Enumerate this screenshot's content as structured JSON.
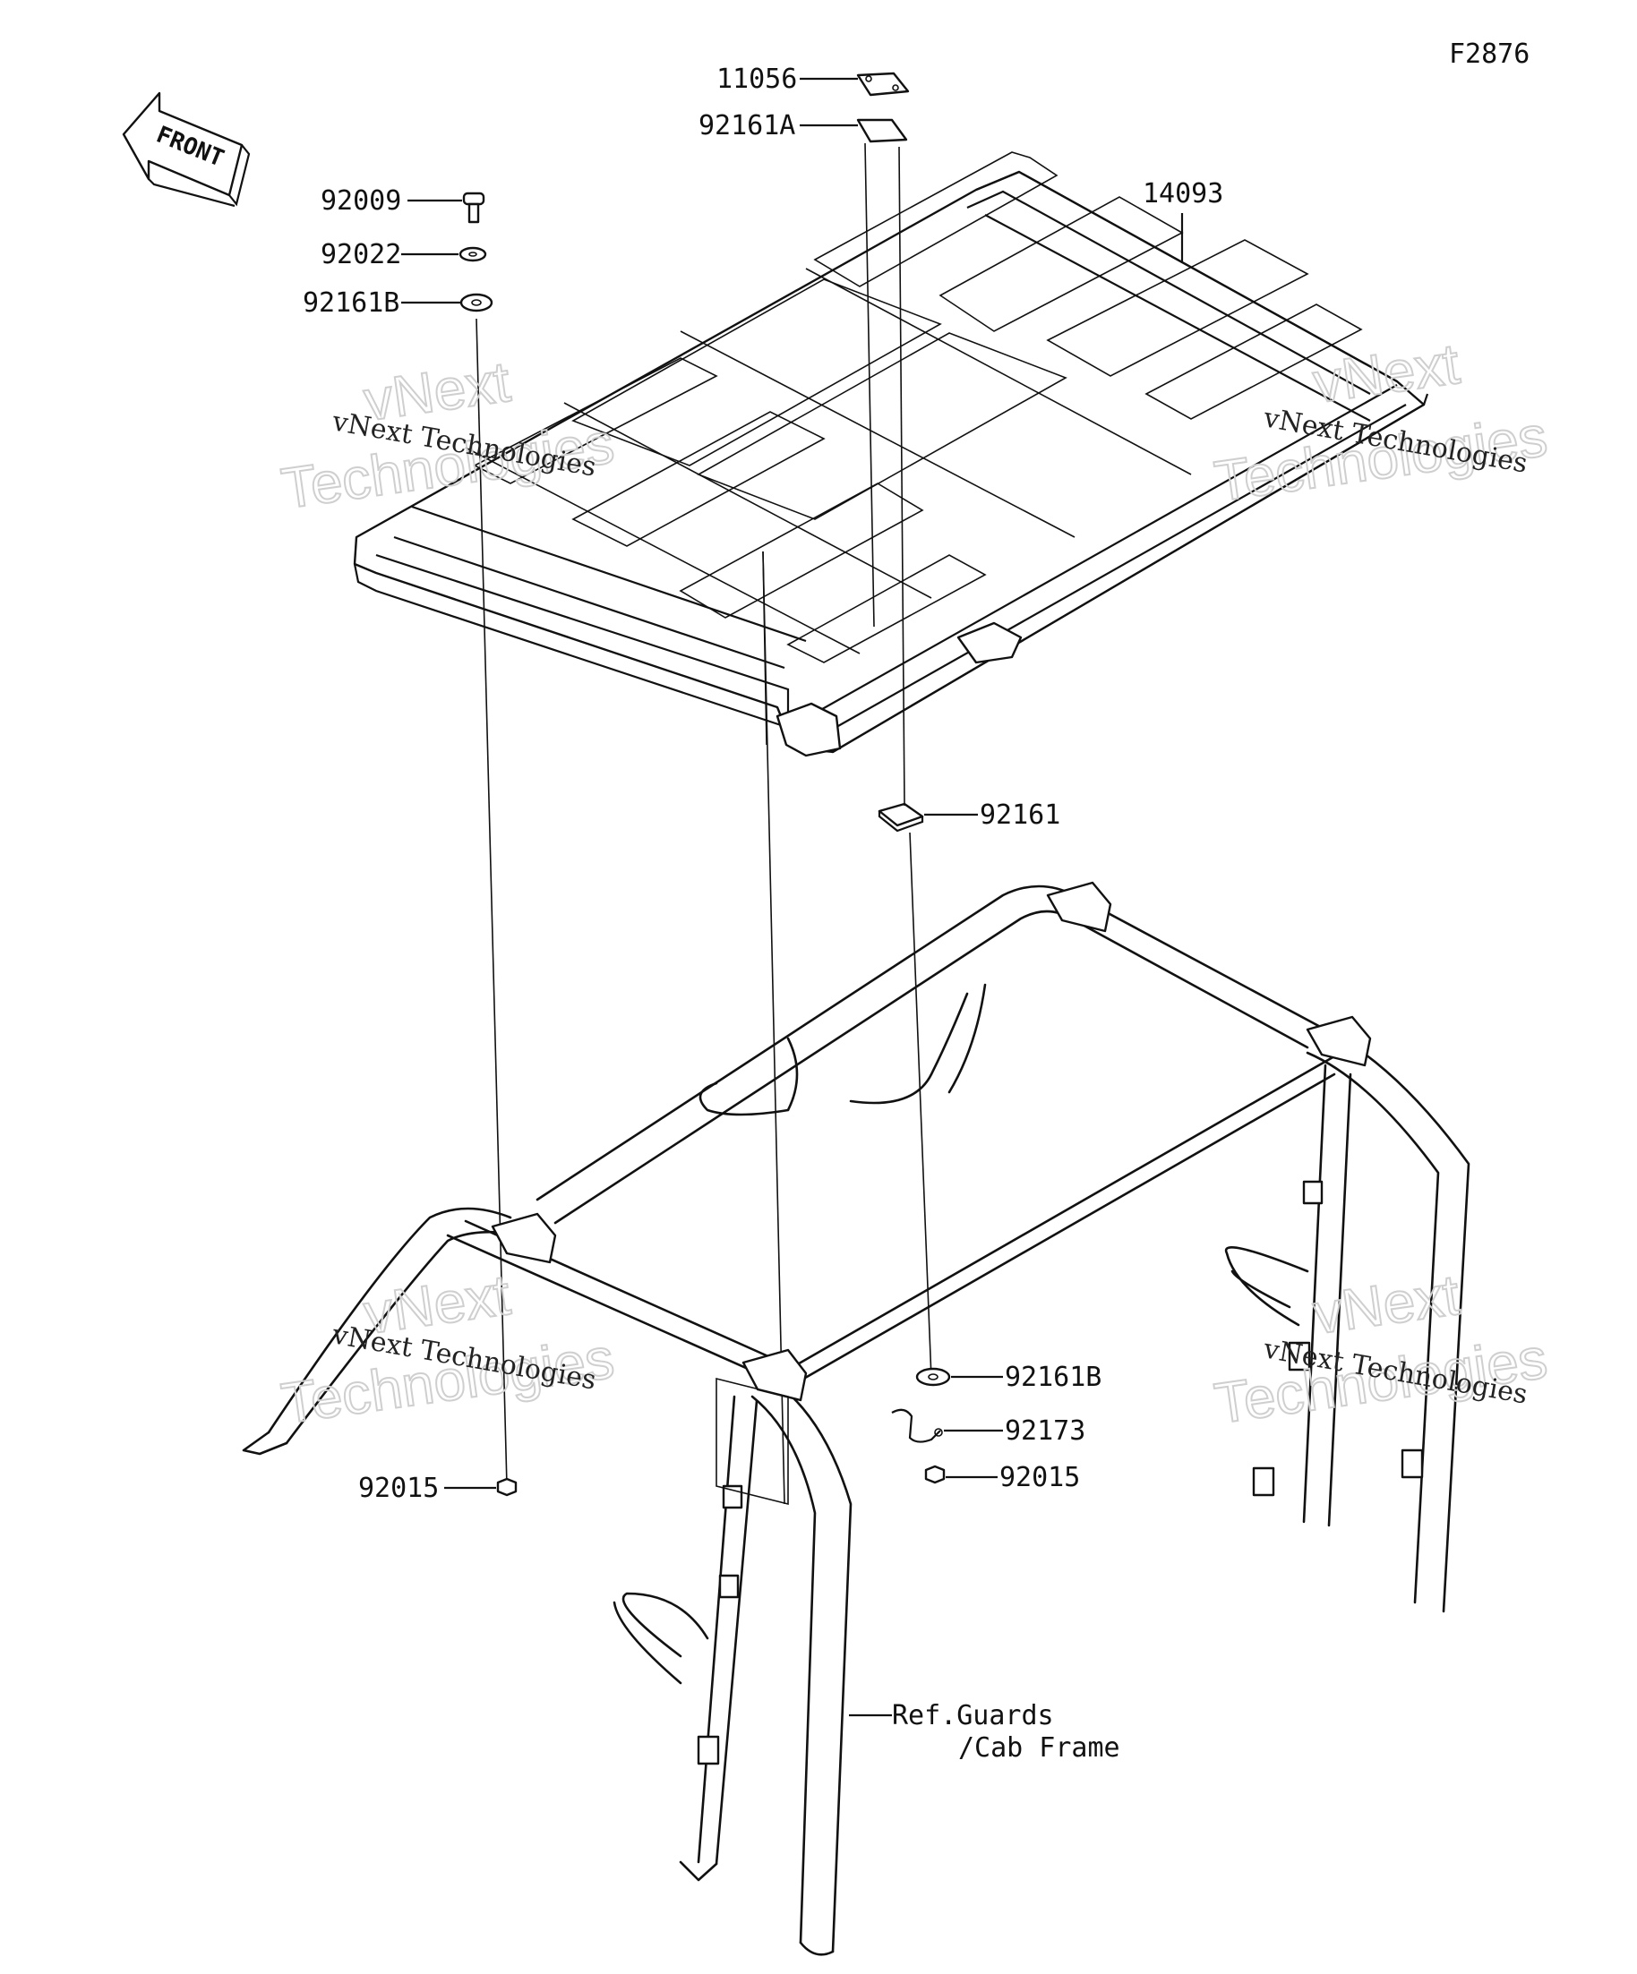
{
  "figure_code": "F2876",
  "front_label": "FRONT",
  "watermarks": [
    {
      "line1": "vNext Technologies",
      "line2a": "vNext",
      "line2b": "Technologies"
    },
    {
      "line1": "vNext Technologies",
      "line2a": "vNext",
      "line2b": "Technologies"
    },
    {
      "line1": "vNext Technologies",
      "line2a": "vNext",
      "line2b": "Technologies"
    },
    {
      "line1": "vNext Technologies",
      "line2a": "vNext",
      "line2b": "Technologies"
    }
  ],
  "parts": {
    "p11056": "11056",
    "p92161A": "92161A",
    "p92009": "92009",
    "p92022": "92022",
    "p92161B_top": "92161B",
    "p14093": "14093",
    "p92161": "92161",
    "p92161B_bottom": "92161B",
    "p92173": "92173",
    "p92015_right": "92015",
    "p92015_left": "92015"
  },
  "reference": {
    "line1": "Ref.Guards",
    "line2": "/Cab Frame"
  }
}
